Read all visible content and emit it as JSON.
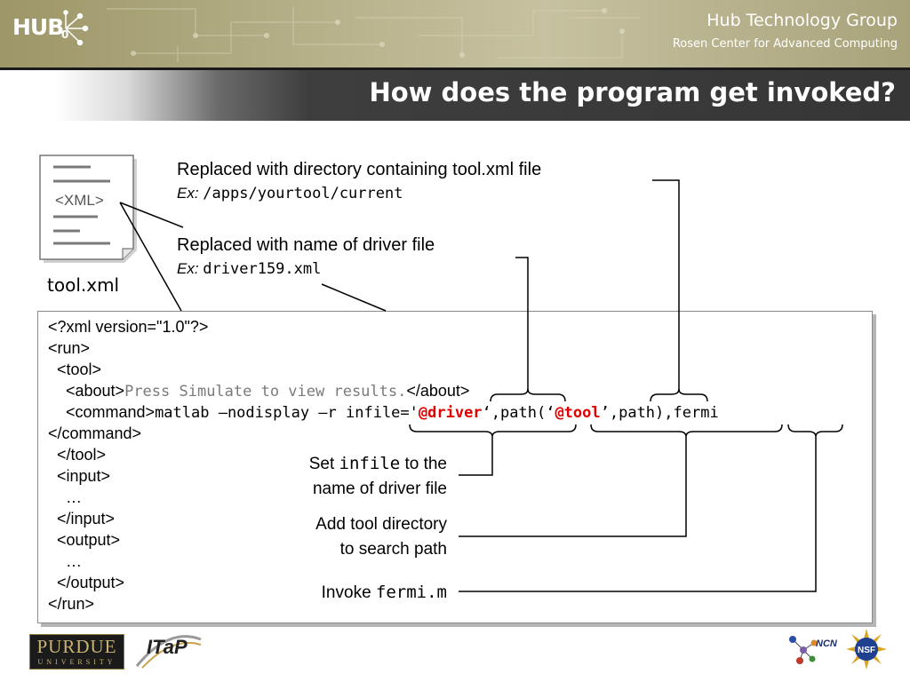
{
  "header": {
    "logo_text": "HUB",
    "logo_subscript": "0",
    "group_title": "Hub Technology Group",
    "group_subtitle": "Rosen Center for Advanced Computing",
    "slide_title": "How does the program get invoked?"
  },
  "doc_icon": {
    "tag_label": "<XML>",
    "filename": "tool.xml"
  },
  "annotations": {
    "directory_note": "Replaced with directory containing tool.xml file",
    "directory_ex_label": "Ex:",
    "directory_ex_value": "/apps/yourtool/current",
    "driver_note": "Replaced with name of driver file",
    "driver_ex_label": "Ex:",
    "driver_ex_value": "driver159.xml",
    "set_infile_prefix": "Set",
    "set_infile_code": "infile",
    "set_infile_suffix": "to the",
    "set_infile_line2": "name of driver file",
    "add_tool_line1": "Add tool directory",
    "add_tool_line2": "to search path",
    "invoke_prefix": "Invoke",
    "invoke_code": "fermi.m"
  },
  "code": {
    "line1": "<?xml version=\"1.0\"?>",
    "line2": "<run>",
    "line3": "  <tool>",
    "line4_tag_open": "    <about>",
    "line4_text": "Press Simulate to view results.",
    "line4_tag_close": "</about>",
    "line5_tag_open": "    <command>",
    "line5_cmd_a": "matlab –nodisplay –r ",
    "line5_cmd_b": "infile='",
    "line5_driver": "@driver",
    "line5_cmd_c": "‘,path(‘",
    "line5_tool": "@tool",
    "line5_cmd_d": "’,path),fermi",
    "line6": "</command>",
    "line7": "  </tool>",
    "line8": "  <input>",
    "line9": "    …",
    "line10": "  </input>",
    "line11": "  <output>",
    "line12": "    …",
    "line13": "  </output>",
    "line14": "</run>"
  },
  "footer": {
    "purdue": "PURDUE",
    "purdue_sub": "UNIVERSITY",
    "itap": "ITaP",
    "ncn": "NCN",
    "nsf": "NSF"
  },
  "colors": {
    "banner": "#b7b18a",
    "title_bar": "#363636",
    "highlight": "#e00000"
  }
}
